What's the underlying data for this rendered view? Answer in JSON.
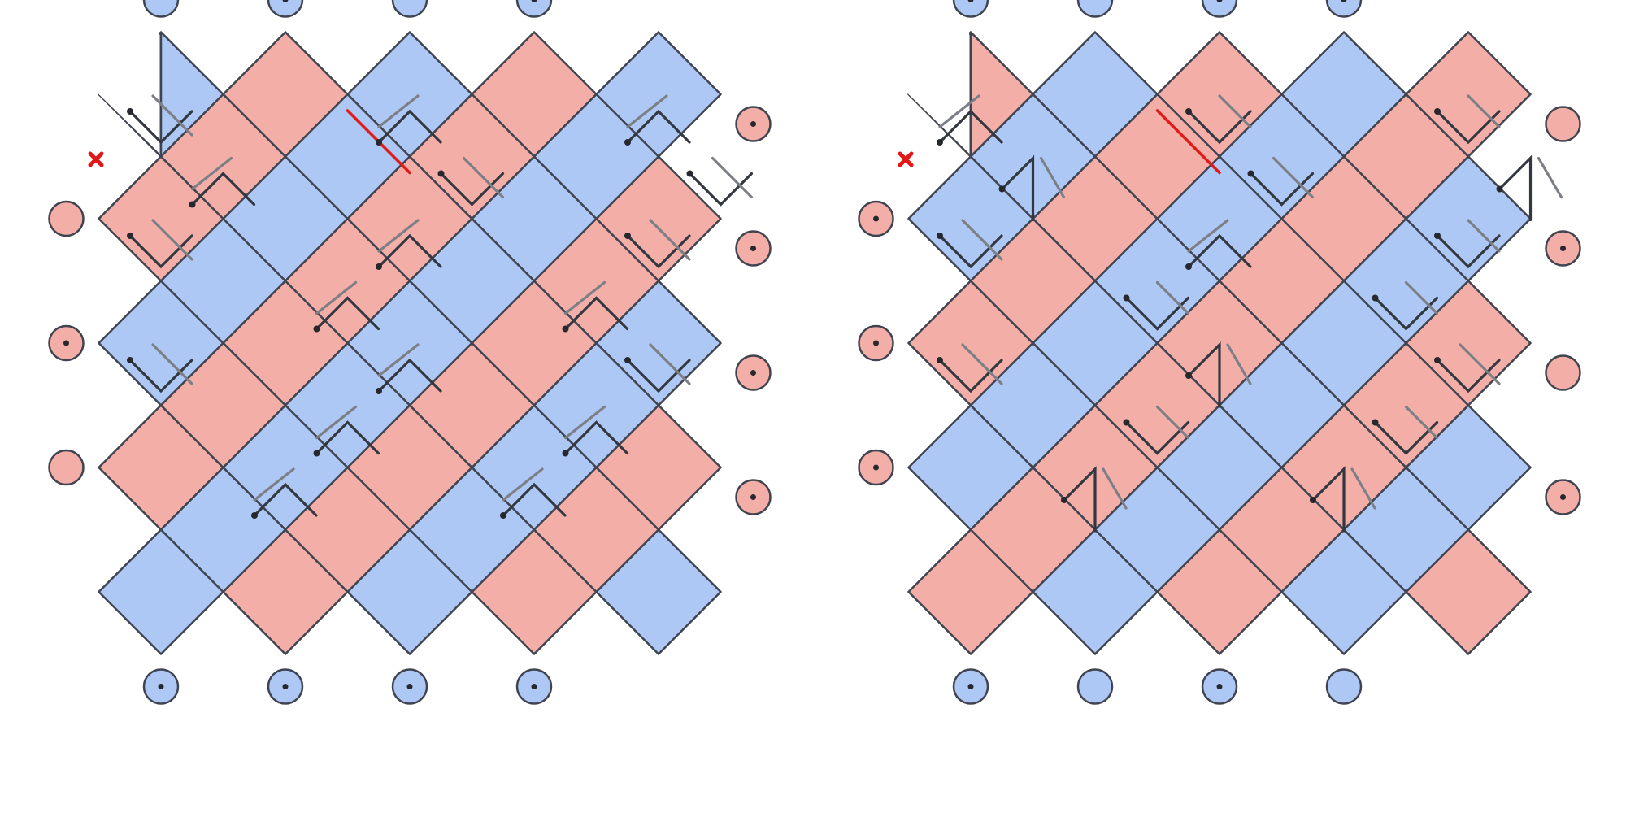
{
  "colors": {
    "blue": "#aec8f5",
    "red": "#f4aea8",
    "highlight_edge": "#dd1c1c",
    "x_marker": "#e21818"
  },
  "panels": [
    {
      "name": "left",
      "boundary": {
        "top": [
          false,
          true,
          false,
          true
        ],
        "bottom": [
          true,
          true,
          true,
          true
        ],
        "left": [
          false,
          true,
          false
        ],
        "right": [
          true,
          true,
          true,
          true
        ]
      },
      "rows": [
        [
          "B",
          "R",
          "B",
          "R",
          "B"
        ],
        [
          "R",
          "B",
          "R",
          "B",
          "R"
        ],
        [
          "B",
          "R",
          "B",
          "R",
          "B"
        ],
        [
          "R",
          "B",
          "R",
          "B",
          "R"
        ],
        [
          "B",
          "R",
          "B",
          "R",
          "B"
        ]
      ],
      "tiles": [
        [
          "L",
          "",
          "U",
          "",
          "U"
        ],
        [
          "U",
          "",
          "L",
          "",
          "L"
        ],
        [
          "L",
          "",
          "U",
          "",
          "L"
        ],
        [
          "",
          "U",
          "",
          "U",
          ""
        ],
        [
          "L",
          "",
          "U",
          "",
          "L"
        ],
        [
          "",
          "U",
          "",
          "U",
          ""
        ],
        [
          "",
          "U",
          "",
          "U",
          ""
        ]
      ]
    },
    {
      "name": "right",
      "boundary": {
        "top": [
          true,
          false,
          true,
          true
        ],
        "bottom": [
          true,
          false,
          true,
          false
        ],
        "left": [
          true,
          true,
          true
        ],
        "right": [
          false,
          true,
          false,
          true
        ]
      },
      "rows": [
        [
          "R",
          "B",
          "R",
          "B",
          "R"
        ],
        [
          "B",
          "R",
          "B",
          "R",
          "B"
        ],
        [
          "R",
          "B",
          "R",
          "B",
          "R"
        ],
        [
          "B",
          "R",
          "B",
          "R",
          "B"
        ],
        [
          "R",
          "B",
          "R",
          "B",
          "R"
        ]
      ],
      "tiles": [
        [
          "U",
          "",
          "D",
          "",
          "D"
        ],
        [
          "R",
          "",
          "L",
          "",
          "R"
        ],
        [
          "L",
          "",
          "U",
          "",
          "D"
        ],
        [
          "",
          "D",
          "",
          "D",
          ""
        ],
        [
          "L",
          "",
          "R",
          "",
          "L"
        ],
        [
          "",
          "D",
          "",
          "D",
          ""
        ],
        [
          "",
          "R",
          "",
          "R",
          ""
        ]
      ]
    }
  ]
}
